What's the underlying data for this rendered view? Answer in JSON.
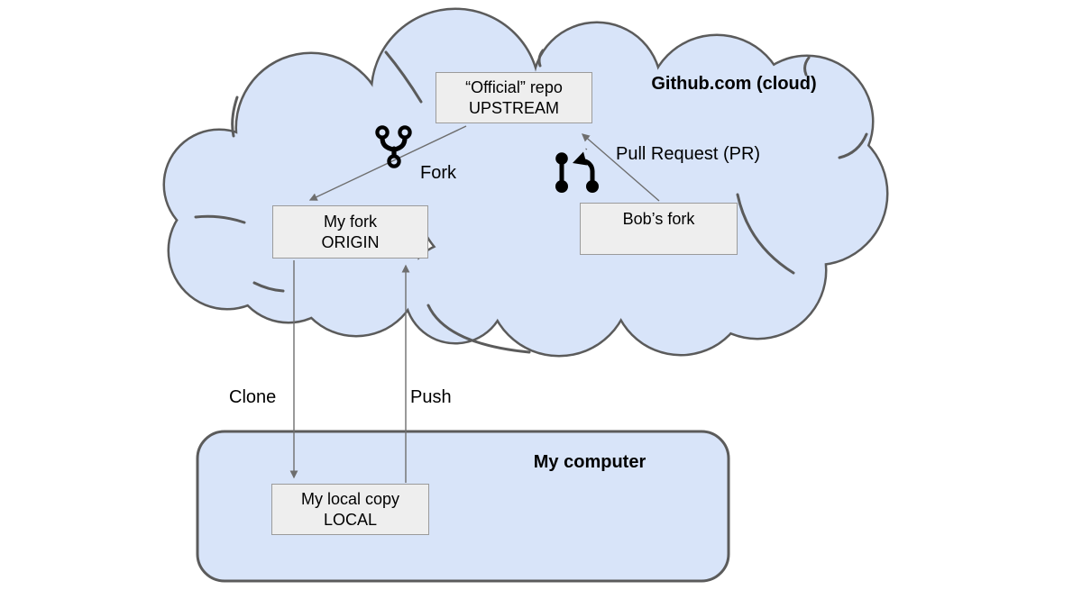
{
  "regions": {
    "cloud": {
      "label": "Github.com (cloud)"
    },
    "computer": {
      "label": "My computer"
    }
  },
  "nodes": {
    "upstream": {
      "line1": "“Official” repo",
      "line2": "UPSTREAM"
    },
    "origin": {
      "line1": "My fork",
      "line2": "ORIGIN"
    },
    "bobs_fork": {
      "line1": "Bob’s fork"
    },
    "local": {
      "line1": "My local copy",
      "line2": "LOCAL"
    }
  },
  "edges": {
    "fork": {
      "label": "Fork",
      "from": "UPSTREAM",
      "to": "ORIGIN"
    },
    "pull_request": {
      "label": "Pull Request (PR)",
      "from": "Bob’s fork",
      "to": "UPSTREAM"
    },
    "clone": {
      "label": "Clone",
      "from": "ORIGIN",
      "to": "LOCAL"
    },
    "push": {
      "label": "Push",
      "from": "LOCAL",
      "to": "ORIGIN"
    }
  },
  "icons": {
    "fork": "git-fork-icon",
    "pull_request": "git-pull-request-icon"
  },
  "colors": {
    "background": "#ffffff",
    "cloud_fill": "#d8e4f9",
    "outline": "#5b5b5b",
    "node_fill": "#eeeeee",
    "node_border": "#9b9b9b",
    "connector": "#6e6e6e",
    "icon": "#000000"
  }
}
